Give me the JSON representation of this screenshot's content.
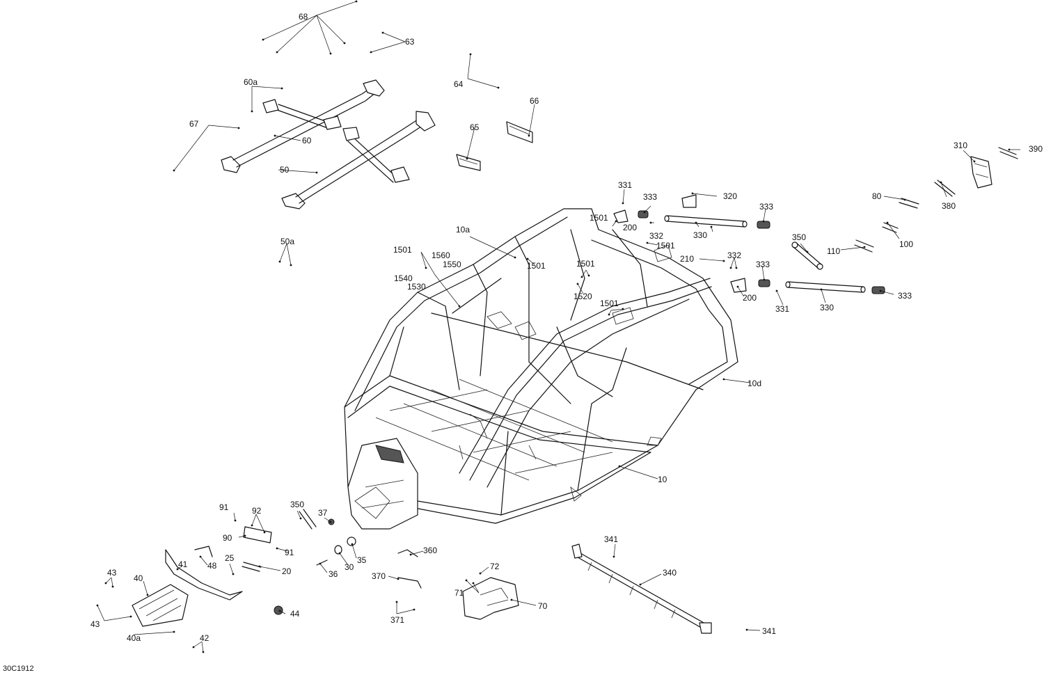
{
  "diagram": {
    "reference_code": "30C1912",
    "callouts": {
      "c68": "68",
      "c63": "63",
      "c64": "64",
      "c66": "66",
      "c65": "65",
      "c60a": "60a",
      "c67": "67",
      "c60": "60",
      "c50": "50",
      "c50a": "50a",
      "c310": "310",
      "c390": "390",
      "c320": "320",
      "c80": "80",
      "c380": "380",
      "c100": "100",
      "c110": "110",
      "c350a": "350",
      "c350b": "350",
      "c330a": "330",
      "c330b": "330",
      "c333a": "333",
      "c333b": "333",
      "c333c": "333",
      "c333d": "333",
      "c331a": "331",
      "c331b": "331",
      "c332a": "332",
      "c332b": "332",
      "c200a": "200",
      "c200b": "200",
      "c210": "210",
      "c1501a": "1501",
      "c1501b": "1501",
      "c1501c": "1501",
      "c1501d": "1501",
      "c1501e": "1501",
      "c1501f": "1501",
      "c10a": "10a",
      "c1560": "1560",
      "c1550": "1550",
      "c1540": "1540",
      "c1530": "1530",
      "c1520": "1520",
      "c10d": "10d",
      "c10": "10",
      "c91a": "91",
      "c91b": "91",
      "c92": "92",
      "c90": "90",
      "c37": "37",
      "c35": "35",
      "c30": "30",
      "c36": "36",
      "c360": "360",
      "c25": "25",
      "c20": "20",
      "c48": "48",
      "c41": "41",
      "c40": "40",
      "c40a": "40a",
      "c43a": "43",
      "c43b": "43",
      "c44": "44",
      "c42": "42",
      "c370": "370",
      "c371": "371",
      "c71": "71",
      "c72": "72",
      "c70": "70",
      "c341a": "341",
      "c341b": "341",
      "c340": "340"
    }
  }
}
